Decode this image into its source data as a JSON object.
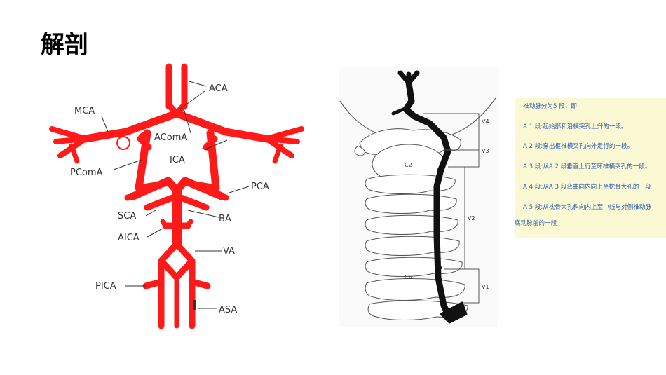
{
  "slide": {
    "title": "解剖"
  },
  "circle_of_willis": {
    "labels": {
      "aca": "ACA",
      "mca": "MCA",
      "acoma": "AComA",
      "ica": "ICA",
      "pcoma": "PComA",
      "pca": "PCA",
      "sca": "SCA",
      "ba": "BA",
      "aica": "AICA",
      "va": "VA",
      "pica": "PICA",
      "asa": "ASA"
    },
    "vessel_color": "#ff1a1a"
  },
  "cervical_spine": {
    "vertebra_labels": {
      "c2": "C2",
      "c6": "C6"
    },
    "segment_labels": {
      "v4": "V4",
      "v3": "V3",
      "v2": "V2",
      "v1": "V1"
    }
  },
  "segment_note": {
    "lines": [
      "椎动脉分为5 段，即:",
      "A 1 段:起始部和沿横突孔上升的一段。",
      "A 2 段:穿出枢椎横突孔向外走行的一段。",
      "A 3 段:从A 2 段垂直上行至环椎横突孔的一段。",
      "A 4 段:从A 3 段弯曲向内向上至枕骨大孔的一段",
      "A 5 段:从枕骨大孔斜向内上至中线与对侧椎动脉",
      "底动脉前的一段"
    ]
  }
}
